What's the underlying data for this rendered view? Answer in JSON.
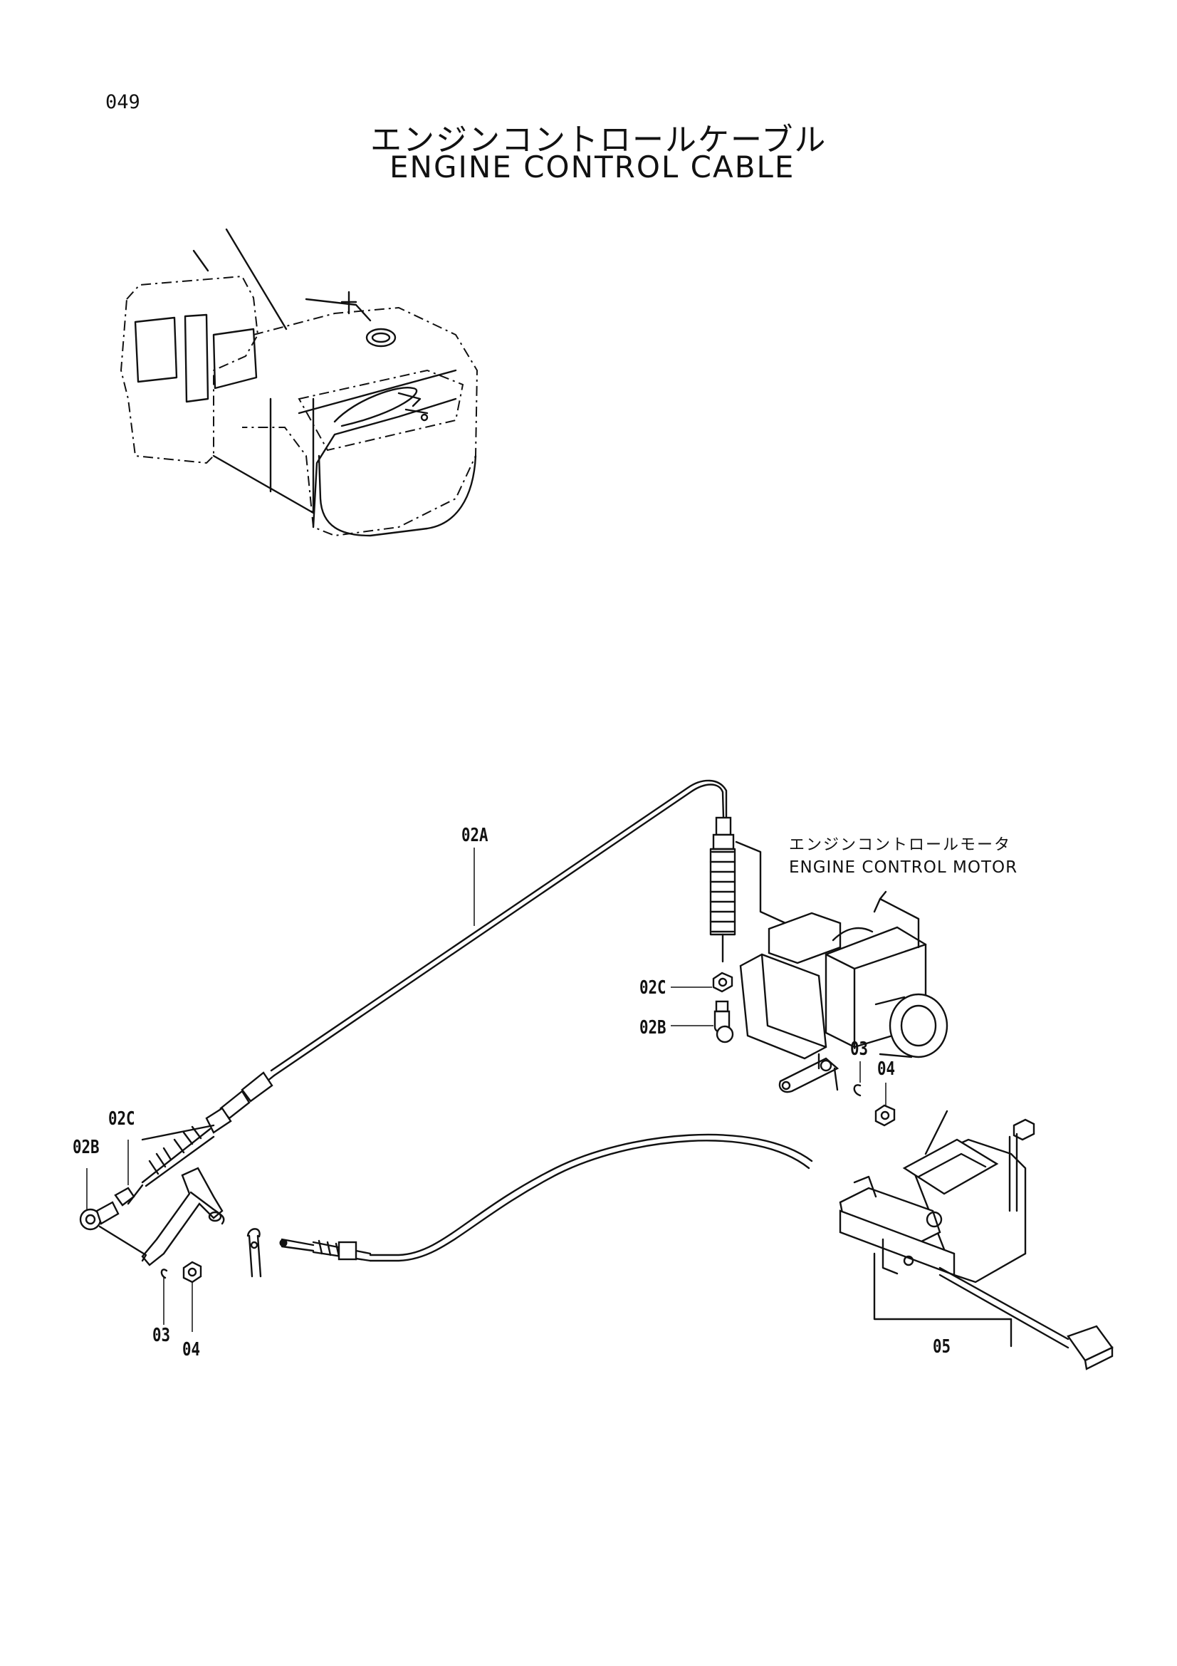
{
  "header": {
    "page_number": "049",
    "title_ja": "エンジンコントロールケーブル",
    "title_en": "ENGINE CONTROL CABLE"
  },
  "motor_label": {
    "ja": "エンジンコントロールモータ",
    "en": "ENGINE CONTROL MOTOR"
  },
  "parts": {
    "cable": "02A",
    "nut_right": "02C",
    "joint_right": "02B",
    "pin_right": "03",
    "nut2_right": "04",
    "nut_left": "02C",
    "joint_left": "02B",
    "pin_left": "03",
    "nut2_left": "04",
    "lever_assy": "05"
  }
}
